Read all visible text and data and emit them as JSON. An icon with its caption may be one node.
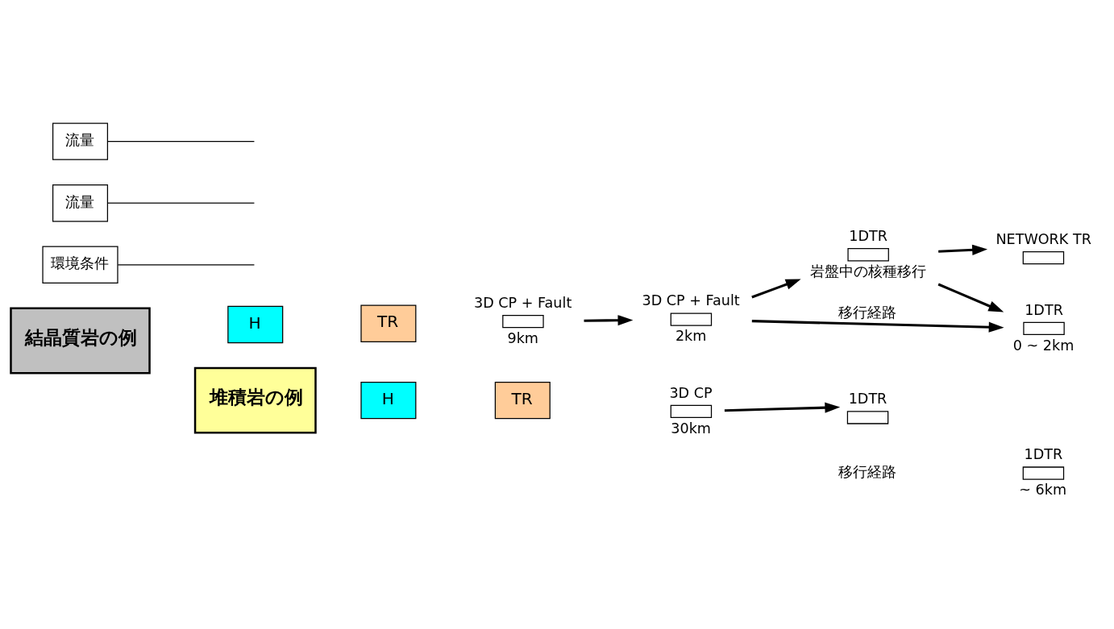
{
  "diagram": {
    "nodes": [
      {
        "text": [
          "結晶質岩の例"
        ]
      },
      {
        "text": [
          "H"
        ]
      },
      {
        "text": [
          "TR"
        ]
      },
      {
        "text": [
          "3D CP + Fault"
        ],
        "beside": [
          "9km"
        ]
      },
      {
        "text": [
          "3D CP + Fault"
        ],
        "beside": [
          "2km"
        ]
      },
      {
        "text": [
          "環境条件"
        ]
      },
      {
        "text": [
          "流量"
        ]
      },
      {
        "text": [
          "1DTR"
        ],
        "beside": [
          "岩盤中の核種移行"
        ]
      },
      {
        "text": [
          "NETWORK TR"
        ]
      },
      {
        "text": [
          "1DTR"
        ],
        "beside": [
          "0 ~ 2km"
        ]
      },
      {
        "text": [
          "堆積岩の例"
        ]
      },
      {
        "text": [
          "H"
        ]
      },
      {
        "text": [
          "TR"
        ]
      },
      {
        "text": [
          "3D CP"
        ],
        "beside": [
          "30km"
        ]
      },
      {
        "text": [
          "流量"
        ]
      },
      {
        "text": [
          "1DTR"
        ]
      },
      {
        "text": [
          "1DTR"
        ],
        "beside": [
          "~ 6km"
        ]
      }
    ],
    "edges": [
      {
        "from": 3,
        "to": 4,
        "arrow": "to"
      },
      {
        "from": 4,
        "to": 7,
        "arrow": "to"
      },
      {
        "from": 4,
        "to": 9,
        "arrow": "to",
        "label": "移行経路"
      },
      {
        "from": 7,
        "to": 8,
        "arrow": "to"
      },
      {
        "from": 7,
        "to": 9,
        "arrow": "to"
      },
      {
        "from": 5,
        "to": null,
        "arrow": "none"
      },
      {
        "from": 6,
        "to": null,
        "arrow": "none"
      },
      {
        "from": 13,
        "to": 15,
        "arrow": "to"
      },
      {
        "from": 14,
        "to": null,
        "arrow": "none"
      }
    ],
    "labels": [
      "移行経路"
    ]
  }
}
